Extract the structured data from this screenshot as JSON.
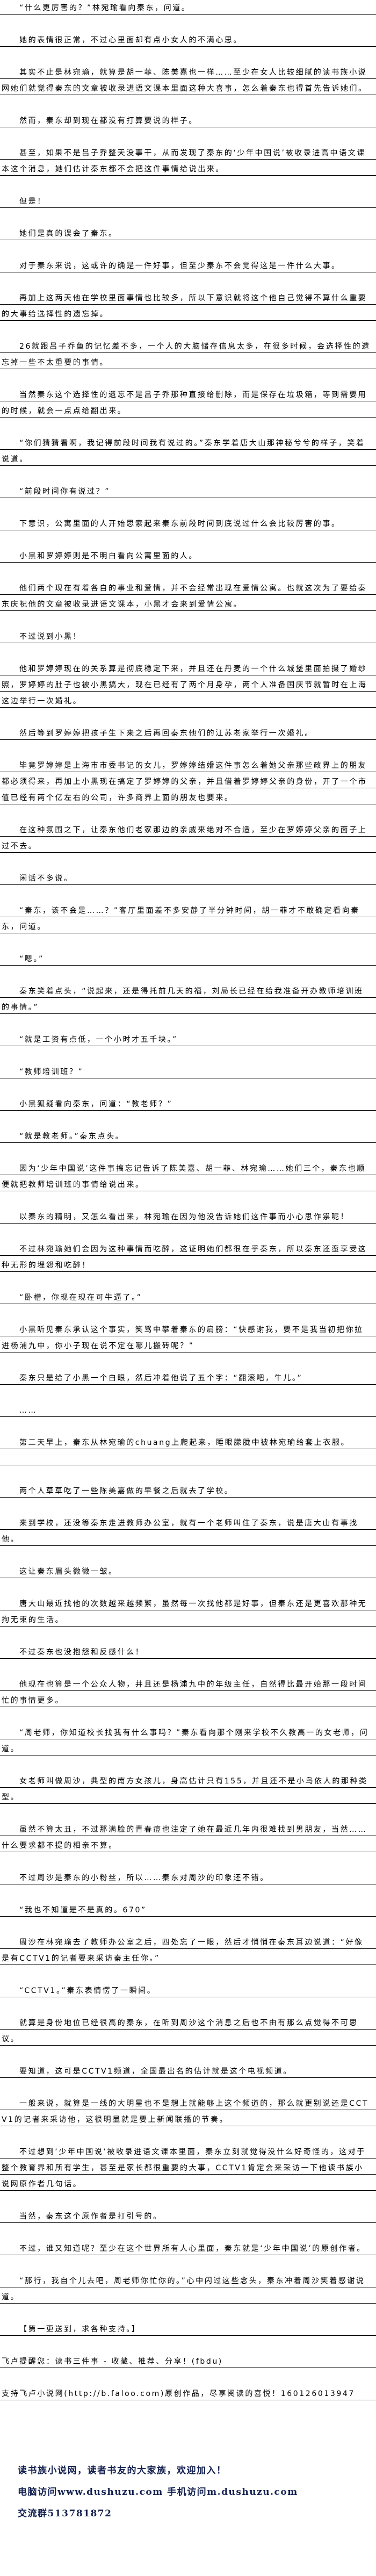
{
  "paragraphs": [
    "“什么更厉害的？”林宛瑜看向秦东，问道。",
    "她的表情很正常，不过心里面却有点小女人的不满心思。",
    "其实不止是林宛瑜，就算是胡一菲、陈美嘉也一样……至少在女人比较细腻的读书族小说网她们就觉得秦东的文章被收录进语文课本里面这种大喜事，怎么着秦东也得首先告诉她们。",
    "然而，秦东却到现在都没有打算要说的样子。",
    "甚至，如果不是吕子乔整天没事干，从而发现了秦东的‘少年中国说’被收录进高中语文课本这个消息，她们估计秦东都不会把这件事情给说出来。",
    "但是！",
    "她们是真的误会了秦东。",
    "对于秦东来说，这或许的确是一件好事，但至少秦东不会觉得这是一件什么大事。",
    "再加上这两天他在学校里面事情也比较多，所以下意识就将这个他自己觉得不算什么重要的大事给选择性的遗忘掉。",
    "26就跟吕子乔鱼的记忆差不多，一个人的大脑储存信息太多，在很多时候，会选择性的遗忘掉一些不太重要的事情。",
    "当然秦东这个选择性的遗忘不是吕子乔那种直接给删除，而是保存在垃圾箱，等到需要用的时候，就会一点点给翻出来。",
    "“你们猜猜看啊，我记得前段时间我有说过的。”秦东学着唐大山那神秘兮兮的样子，笑着说道。",
    "“前段时间你有说过？”",
    "下意识，公寓里面的人开始思索起来秦东前段时间到底说过什么会比较厉害的事。",
    "小黑和罗婷婷则是不明白看向公寓里面的人。",
    "他们两个现在有着各自的事业和爱情，并不会经常出现在爱情公寓。也就这次为了要给秦东庆祝他的文章被收录进语文课本，小黑才会来到爱情公寓。",
    "不过说到小黑！",
    "他和罗婷婷现在的关系算是彻底稳定下来，并且还在丹麦的一个什么城堡里面拍摄了婚纱照，罗婷婷的肚子也被小黑搞大，现在已经有了两个月身孕，两个人准备国庆节就暂时在上海这边举行一次婚礼。",
    "然后等到罗婷婷把孩子生下来之后再回秦东他们的江苏老家举行一次婚礼。",
    "毕竟罗婷婷是上海市市委书记的女儿，罗婷婷结婚这件事怎么着她父亲那些政界上的朋友都必须得来，再加上小黑现在搞定了罗婷婷的父亲，并且借着罗婷婷父亲的身份，开了一个市值已经有两个亿左右的公司，许多商界上面的朋友也要来。",
    "在这种氛围之下，让秦东他们老家那边的亲戚来绝对不合适，至少在罗婷婷父亲的面子上过不去。",
    "闲话不多说。",
    "“秦东，该不会是……？”客厅里面差不多安静了半分钟时间，胡一菲才不敢确定看向秦东，问道。",
    "“嗯。”",
    "秦东笑着点头，“说起来，还是得托前几天的福，刘局长已经在给我准备开办教师培训班的事情。”",
    "“就是工资有点低，一个小时才五千块。”",
    "“教师培训班？”",
    "小黑狐疑看向秦东，问道：“教老师？”",
    "“就是教老师。”秦东点头。",
    "因为‘少年中国说’这件事搞忘记告诉了陈美嘉、胡一菲、林宛瑜……她们三个，秦东也顺便就把教师培训班的事情给说出来。",
    "以秦东的精明，又怎么看出来，林宛瑜在因为他没告诉她们这件事而小心思作祟呢！",
    "不过林宛瑜她们会因为这种事情而吃醉，这证明她们都很在乎秦东，所以秦东还蛮享受这种无形的埋怨和吃醉！",
    "“卧槽，你现在现在可牛逼了。”",
    "小黑听见秦东承认这个事实，笑骂中攀着秦东的肩膀：“快感谢我，要不是我当初把你拉进杨浦九中，你小子现在说不定在哪儿搬砖呢？”",
    "秦东只是给了小黑一个白眼，然后冲着他说了五个字：“翻滚吧，牛儿。”",
    "……",
    "第二天早上，秦东从林宛瑜的chuang上爬起来，睡眼朦胧中被林宛瑜给套上衣服。",
    "两个人草草吃了一些陈美嘉做的早餐之后就去了学校。",
    "来到学校，还没等秦东走进教师办公室，就有一个老师叫住了秦东，说是唐大山有事找他。",
    "这让秦东眉头微微一皱。",
    "唐大山最近找他的次数越来越频繁，虽然每一次找他都是好事，但秦东还是更喜欢那种无拘无束的生活。",
    "不过秦东也没抱怨和反感什么！",
    "他现在也算是一个公众人物，并且还是杨浦九中的年级主任，自然得比最开始那一段时间忙的事情更多。",
    "“周老师，你知道校长找我有什么事吗？”秦东看向那个刚来学校不久教高一的女老师，问道。",
    "女老师叫做周沙，典型的南方女孩儿，身高估计只有155，并且还不是小鸟依人的那种类型。",
    "虽然不算太丑，不过那满脸的青春痘也注定了她在最近几年内很难找到男朋友，当然……什么要求都不提的相亲不算。",
    "不过周沙是秦东的小粉丝，所以……秦东对周沙的印象还不错。",
    "“我也不知道是不是真的。670”",
    "周沙在林宛瑜去了教师办公室之后，四处忘了一眼，然后才悄悄在秦东耳边说道：“好像是有CCTV1的记者要来采访秦主任你。”",
    "“CCTV1。”秦东表情愣了一瞬间。",
    "就算是身份地位已经很高的秦东，在听到周沙这个消息之后也不由有那么点觉得不可思议。",
    "要知道，这可是CCTV1频道，全国最出名的估计就是这个电视频道。",
    "一般来说，就算是一线的大明星也不是想上就能够上这个频道的，那么就更别说还是CCTV1的记者来采访他，这很明显就是要上新闻联播的节奏。",
    "不过想到‘少年中国说’被收录进语文课本里面，秦东立刻就觉得没什么好奇怪的，这对于整个教育界和所有学生，甚至是家长都很重要的大事，CCTV1肯定会来采访一下他读书族小说网原作者几句话。",
    "当然，秦东这个原作者是打引号的。",
    "不过，谁又知道呢？至少在这个世界所有人心里面，秦东就是‘少年中国说’的原创作者。",
    "“那行，我自个儿去吧，周老师你忙你的。”心中闪过这些念头，秦东冲着周沙笑着感谢说道。",
    "【第一更送到，求各种支持。】"
  ],
  "blank_line_after_index": 36,
  "notes": [
    "飞卢提醒您：读书三件事 - 收藏、推荐、分享！(fbdu)",
    "支持飞卢小说网(http://b.faloo.com)原创作品，尽享阅读的喜悦！160126013947"
  ],
  "footer": {
    "welcome": "读书族小说网，读者书友的大家族，欢迎加入！",
    "access": "电脑访问www.dushuzu.com 手机访问m.dushuzu.com",
    "group": "交流群513781872"
  },
  "colors": {
    "footer_text": "#13204f",
    "rule": "#000000"
  }
}
